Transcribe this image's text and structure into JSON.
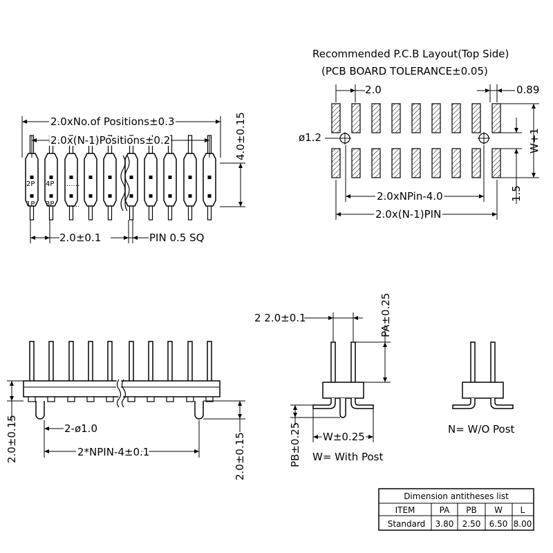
{
  "pcb_layout": {
    "title": "Recommended P.C.B Layout(Top Side)",
    "subtitle": "(PCB BOARD TOLERANCE±0.05)",
    "pitch": "2.0",
    "pad_width": "0.89",
    "hole_dia": "ø1.2",
    "row_gap": "W+1",
    "pad_offset": "1.5",
    "span_inner": "2.0xNPin-4.0",
    "span_outer": "2.0x(N-1)PIN"
  },
  "top_view": {
    "overall_length": "2.0xNo.of Positions±0.3",
    "pin_span": "2.0x(N-1)Positions±0.2",
    "height": "4.0±0.15",
    "pitch": "2.0±0.1",
    "pin_size": "PIN 0.5 SQ",
    "pin_labels": [
      "2P",
      "4P",
      "1P",
      "3P"
    ]
  },
  "side_view": {
    "height": "2.0±0.15",
    "post_dia": "2-ø1.0",
    "post_span": "2*NPIN-4±0.1",
    "post_height": "2.0±0.15"
  },
  "end_view": {
    "pitch": "2 2.0±0.1",
    "pa": "PA±0.25",
    "pb": "PB±0.25",
    "w": "W±0.25",
    "caption_with": "W= With Post",
    "caption_without": "N= W/O Post"
  },
  "table": {
    "title": "Dimension antitheses list",
    "headers": [
      "ITEM",
      "PA",
      "PB",
      "W",
      "L"
    ],
    "row": [
      "Standard",
      "3.80",
      "2.50",
      "6.50",
      "8.00"
    ]
  }
}
